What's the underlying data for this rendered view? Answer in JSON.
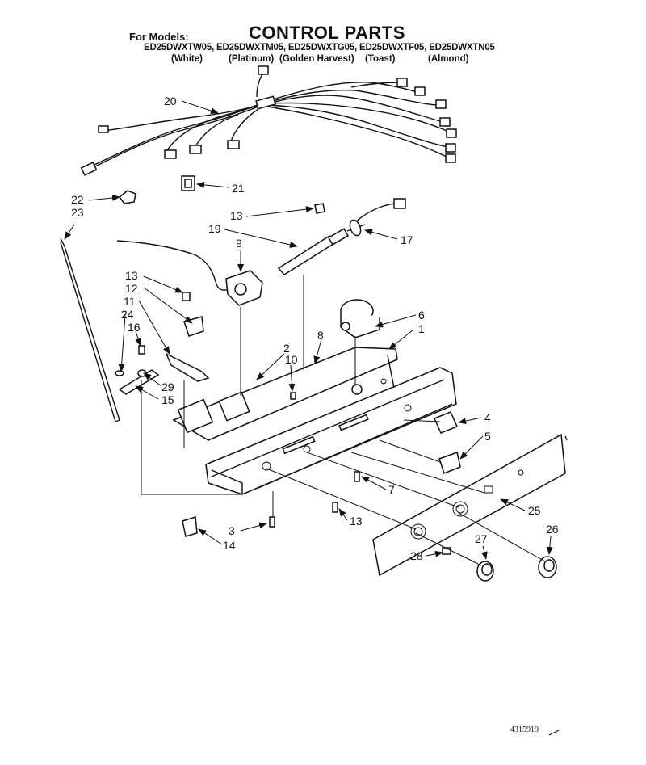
{
  "header": {
    "for_models_label": "For Models:",
    "title": "CONTROL PARTS",
    "models_line": "ED25DWXTW05, ED25DWXTM05, ED25DWXTG05, ED25DWXTF05, ED25DWXTN05",
    "colors": [
      "(White)",
      "(Platinum)",
      "(Golden Harvest)",
      "(Toast)",
      "(Almond)"
    ]
  },
  "callouts": [
    {
      "id": "20",
      "text": "20"
    },
    {
      "id": "21",
      "text": "21"
    },
    {
      "id": "22",
      "text": "22"
    },
    {
      "id": "23",
      "text": "23"
    },
    {
      "id": "13a",
      "text": "13"
    },
    {
      "id": "19",
      "text": "19"
    },
    {
      "id": "17",
      "text": "17"
    },
    {
      "id": "9",
      "text": "9"
    },
    {
      "id": "13b",
      "text": "13"
    },
    {
      "id": "12",
      "text": "12"
    },
    {
      "id": "11",
      "text": "11"
    },
    {
      "id": "24",
      "text": "24"
    },
    {
      "id": "16",
      "text": "16"
    },
    {
      "id": "6",
      "text": "6"
    },
    {
      "id": "1",
      "text": "1"
    },
    {
      "id": "8",
      "text": "8"
    },
    {
      "id": "2",
      "text": "2"
    },
    {
      "id": "10",
      "text": "10"
    },
    {
      "id": "29",
      "text": "29"
    },
    {
      "id": "15",
      "text": "15"
    },
    {
      "id": "4",
      "text": "4"
    },
    {
      "id": "5",
      "text": "5"
    },
    {
      "id": "7",
      "text": "7"
    },
    {
      "id": "25",
      "text": "25"
    },
    {
      "id": "13c",
      "text": "13"
    },
    {
      "id": "3",
      "text": "3"
    },
    {
      "id": "14",
      "text": "14"
    },
    {
      "id": "27",
      "text": "27"
    },
    {
      "id": "26",
      "text": "26"
    },
    {
      "id": "28",
      "text": "28"
    }
  ],
  "footer": {
    "doc_number": "4315919"
  }
}
